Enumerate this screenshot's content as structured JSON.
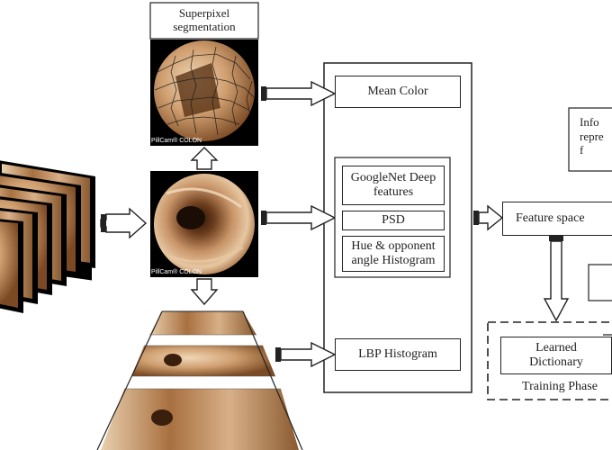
{
  "labels": {
    "superpixel": "Superpixel\nsegmentation",
    "mean_color": "Mean Color",
    "googlenet": "GoogleNet Deep\nfeatures",
    "psd": "PSD",
    "hue": "Hue & opponent\nangle Histogram",
    "lbp": "LBP Histogram",
    "feature_space": "Feature space",
    "learned_dictionary": "Learned\nDictionary",
    "training_phase": "Training Phase",
    "info_partial": "Info\nrepre\nf",
    "pillcam_top": "PillCam® COLON",
    "pillcam_mid": "PillCam® COLON"
  },
  "colors": {
    "tissue_light": "#d9b38c",
    "tissue_dark": "#7a4a26",
    "tissue_mid": "#b07a4a",
    "line": "#222222",
    "frame_bg": "#000000"
  }
}
